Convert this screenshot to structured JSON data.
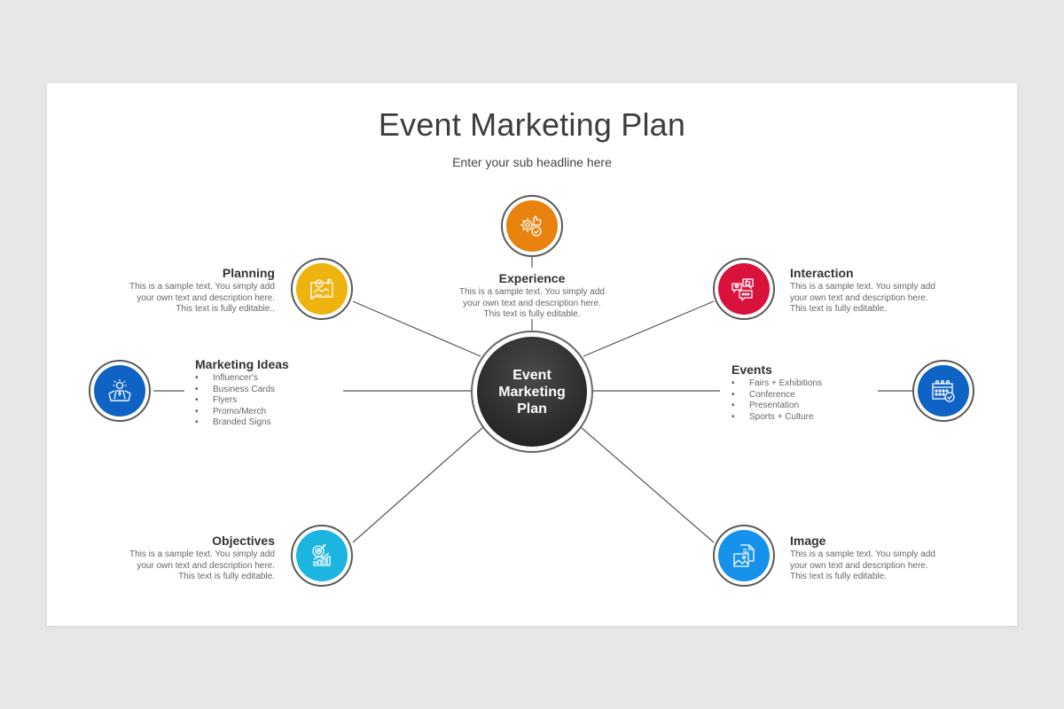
{
  "slide": {
    "title": "Event Marketing Plan",
    "subtitle": "Enter your sub headline here"
  },
  "center": {
    "line1": "Event",
    "line2": "Marketing",
    "line3": "Plan",
    "color": "#2b2b2b"
  },
  "nodes": {
    "experience": {
      "title": "Experience",
      "text1": "This is a sample text. You simply add",
      "text2": "your own text and description here.",
      "text3": "This text is fully editable.",
      "icon": "gear-thumbs-up-icon",
      "color": "#e8820e"
    },
    "planning": {
      "title": "Planning",
      "text1": "This is a sample text. You simply add",
      "text2": "your own text and description here.",
      "text3": "This text is fully editable..",
      "icon": "strategy-map-icon",
      "color": "#eeb30f"
    },
    "interaction": {
      "title": "Interaction",
      "text1": "This is a sample text. You simply add",
      "text2": "your own text and description here.",
      "text3": "This text is fully editable.",
      "icon": "chat-bubbles-icon",
      "color": "#d9123c"
    },
    "marketing_ideas": {
      "title": "Marketing  Ideas",
      "items": [
        "Influencer's",
        "Business Cards",
        "Flyers",
        "Promo/Merch",
        "Branded Signs"
      ],
      "icon": "idea-person-icon",
      "color": "#0e63c4"
    },
    "events": {
      "title": "Events",
      "items": [
        "Fairs + Exhibitions",
        "Conference",
        "Presentation",
        "Sports + Culture"
      ],
      "icon": "calendar-check-icon",
      "color": "#0e63c4"
    },
    "objectives": {
      "title": "Objectives",
      "text1": "This is a sample text. You simply add",
      "text2": "your own text and description here.",
      "text3": "This text is fully editable.",
      "icon": "target-chart-icon",
      "color": "#1cb5e0"
    },
    "image": {
      "title": "Image",
      "text1": "This is a sample text. You simply add",
      "text2": "your own text and description here.",
      "text3": "This text is fully editable.",
      "icon": "image-document-icon",
      "color": "#1792ec"
    }
  }
}
